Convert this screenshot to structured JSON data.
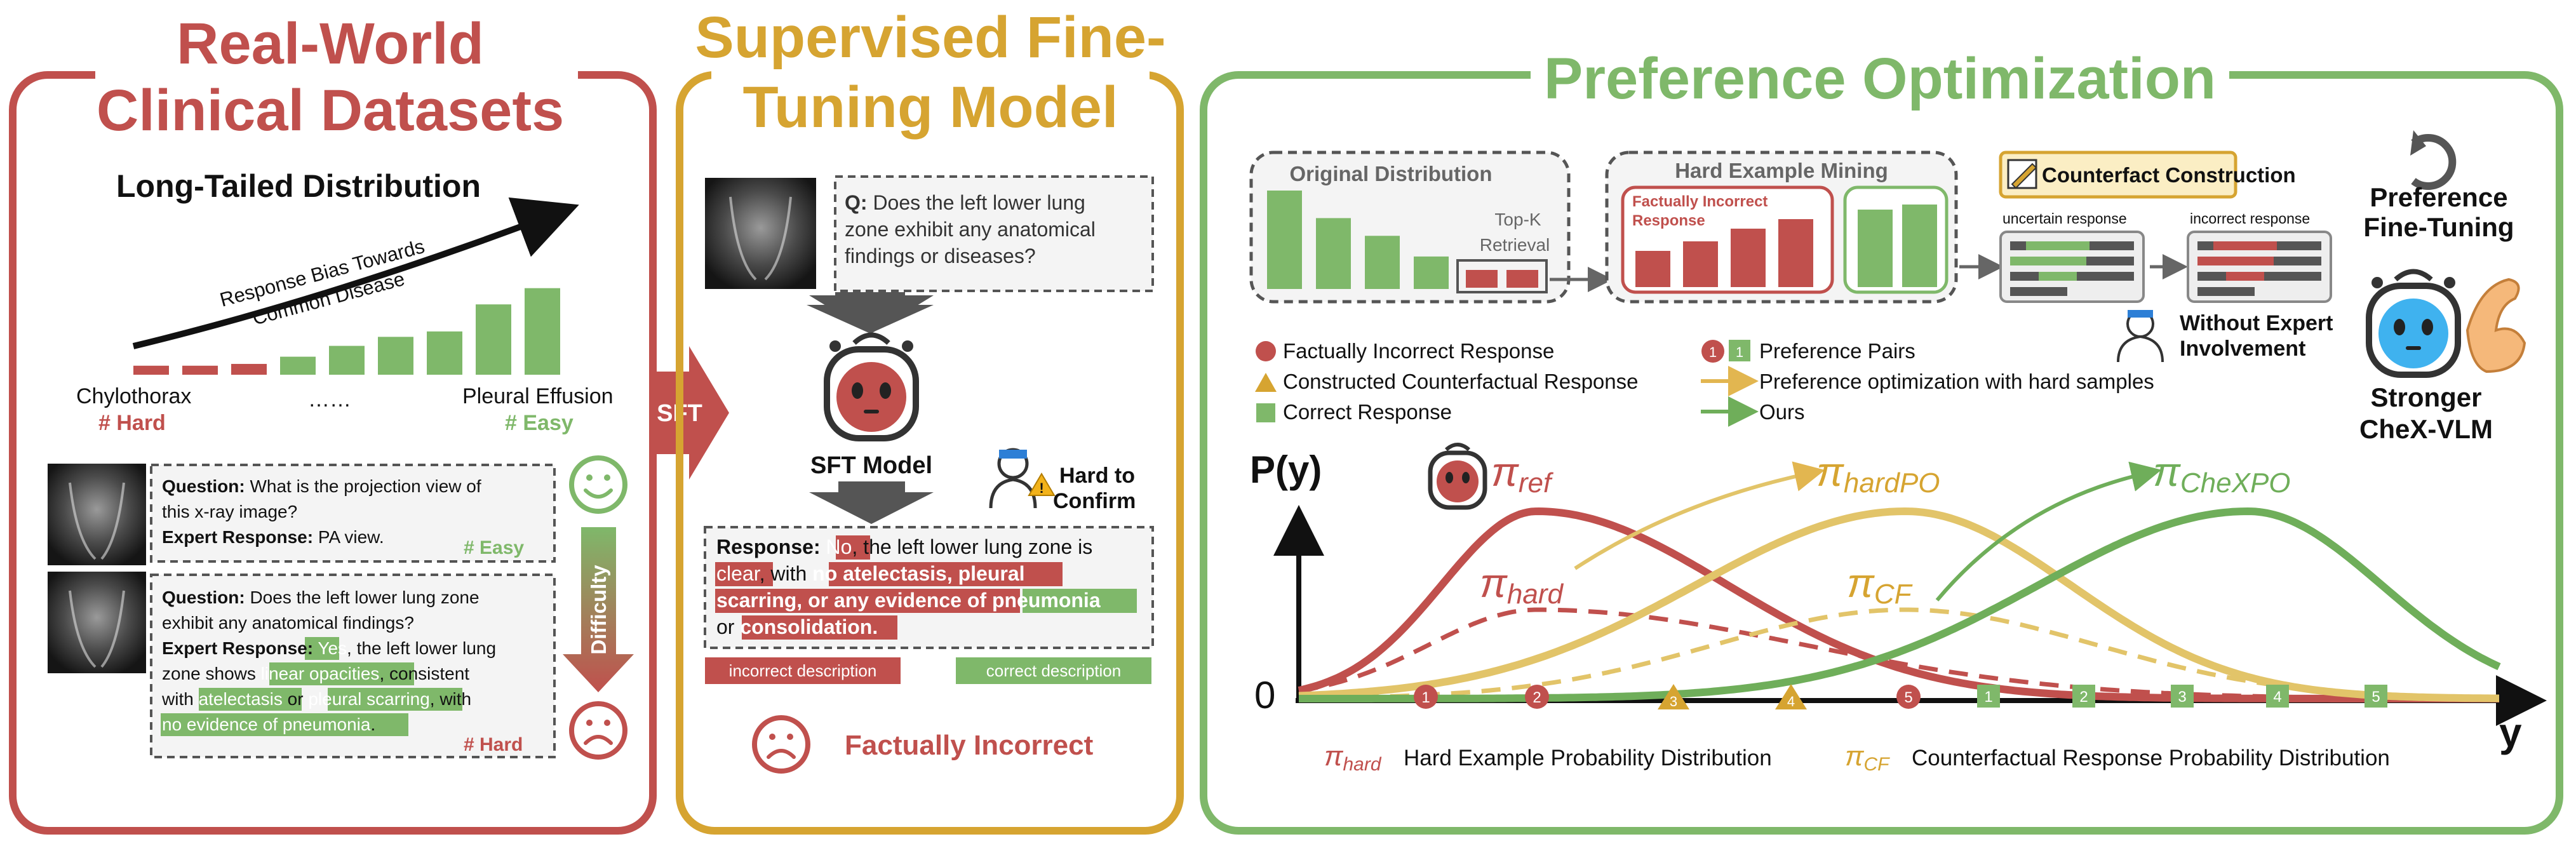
{
  "colors": {
    "red": "#c0504d",
    "green": "#7fb86a",
    "gold": "#d6a431",
    "gray": "#555555",
    "darkgreen": "#3a8a2a"
  },
  "panel1": {
    "title_line1": "Real-World",
    "title_line2": "Clinical Datasets",
    "subtitle": "Long-Tailed Distribution",
    "bias_line1": "Response Bias Towards",
    "bias_line2": "Common Disease",
    "left_label": "Chylothorax",
    "ellipsis": "……",
    "right_label": "Pleural Effusion",
    "hard_tag": "# Hard",
    "easy_tag": "# Easy",
    "bar_values": [
      1,
      1,
      1.2,
      2,
      3.2,
      4.2,
      4.8,
      7.8,
      9.6
    ],
    "difficulty": "Difficulty",
    "q1_label": "Question:",
    "q1_text_a": "What is the projection view of",
    "q1_text_b": "this x-ray image?",
    "q1_resp_label": "Expert Response:",
    "q1_resp_text": "PA view.",
    "q1_tag": "# Easy",
    "q2_label": "Question:",
    "q2_text_a": "Does the left lower lung zone",
    "q2_text_b": "exhibit any anatomical findings?",
    "q2_resp_label": "Expert Response:",
    "q2_yes": "Yes",
    "q2_a": ", the left lower lung",
    "q2_b": "zone shows",
    "q2_h1": "linear opacities",
    "q2_c": ", consistent",
    "q2_with": "with",
    "q2_h2": "atelectasis",
    "q2_or": "or",
    "q2_h3": "pleural scarring",
    "q2_with2": ", with",
    "q2_h4": "no evidence of pneumonia",
    "q2_end": ".",
    "q2_tag": "# Hard"
  },
  "sft_arrow": "SFT",
  "panel2": {
    "title_line1": "Supervised Fine-",
    "title_line2": "Tuning Model",
    "q_label": "Q:",
    "q_line1": "Does the left lower lung",
    "q_line2": "zone exhibit any anatomical",
    "q_line3": "findings or diseases?",
    "model_label": "SFT Model",
    "hard_confirm_1": "Hard to",
    "hard_confirm_2": "Confirm",
    "resp_label": "Response:",
    "r_no": "No",
    "r_a": ", the left lower lung zone is",
    "r_clear": "clear",
    "r_with": ", with",
    "r_h1": "no atelectasis, pleural",
    "r_h2": "scarring, or any evidence of",
    "r_pneu": "pneumonia",
    "r_or": "or",
    "r_cons": "consolidation.",
    "legend_incorrect": "incorrect description",
    "legend_correct": "correct description",
    "bottom": "Factually Incorrect"
  },
  "panel3": {
    "title": "Preference Optimization",
    "orig_dist": "Original Distribution",
    "orig_values": [
      10,
      7.2,
      5.4,
      3.3
    ],
    "topk_1": "Top-K",
    "topk_2": "Retrieval",
    "hem_title": "Hard Example Mining",
    "hem_sub_1": "Factually Incorrect",
    "hem_sub_2": "Response",
    "cf_title": "Counterfact Construction",
    "uncertain": "uncertain response",
    "incorrect": "incorrect response",
    "without_1": "Without Expert",
    "without_2": "Involvement",
    "pft_1": "Preference",
    "pft_2": "Fine-Tuning",
    "stronger_1": "Stronger",
    "stronger_2": "CheX-VLM",
    "leg1": "Factually Incorrect Response",
    "leg2": "Constructed Counterfactual Response",
    "leg3": "Correct Response",
    "leg4": "Preference Pairs",
    "leg4_n1": "1",
    "leg4_n2": "1",
    "leg5": "Preference optimization with hard samples",
    "leg6": "Ours",
    "py": "P(y)",
    "zero": "0",
    "y": "y",
    "pi": "π",
    "sub_ref": "ref",
    "sub_hard": "hard",
    "sub_hardpo": "hardPO",
    "sub_cf": "CF",
    "sub_chexpo": "CheXPO",
    "sub_hard_b": "hard",
    "sub_cf_b": "CF",
    "bottom_hard": "Hard Example Probability Distribution",
    "bottom_cf": "Counterfactual Response Probability Distribution",
    "circle_labels": [
      "1",
      "2",
      "5"
    ],
    "tri_labels": [
      "3",
      "4"
    ],
    "sq_labels": [
      "1",
      "2",
      "3",
      "4",
      "5"
    ]
  }
}
